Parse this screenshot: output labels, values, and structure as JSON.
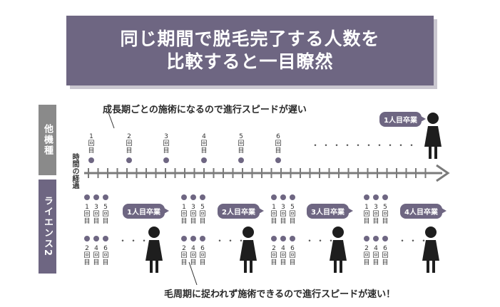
{
  "title": {
    "line1": "同じ期間で脱毛完了する人数を",
    "line2": "比較すると一目瞭然"
  },
  "side_top": "他機種",
  "side_bottom": "ライエンス2",
  "axis_label": "時間の経過",
  "note_top": "成長期ごとの施術になるので進行スピードが遅い",
  "note_bottom": "毛周期に捉われず施術できるので進行スピードが速い！",
  "top_sessions": [
    "1回目",
    "2回目",
    "3回目",
    "4回目",
    "5回目",
    "6回目"
  ],
  "top_dots": "・・・・・・・・・・",
  "top_bubble": "1人目卒業",
  "bottom_odd": [
    "1回目",
    "3回目",
    "5回目"
  ],
  "bottom_even": [
    "2回目",
    "4回目",
    "6回目"
  ],
  "bottom_bubbles": [
    "1人目卒業",
    "2人目卒業",
    "3人目卒業",
    "4人目卒業"
  ],
  "bottom_dots": "・・・",
  "colors": {
    "purple": "#6e6682",
    "gray": "#8a8a8a",
    "dark": "#2a2a2a"
  }
}
